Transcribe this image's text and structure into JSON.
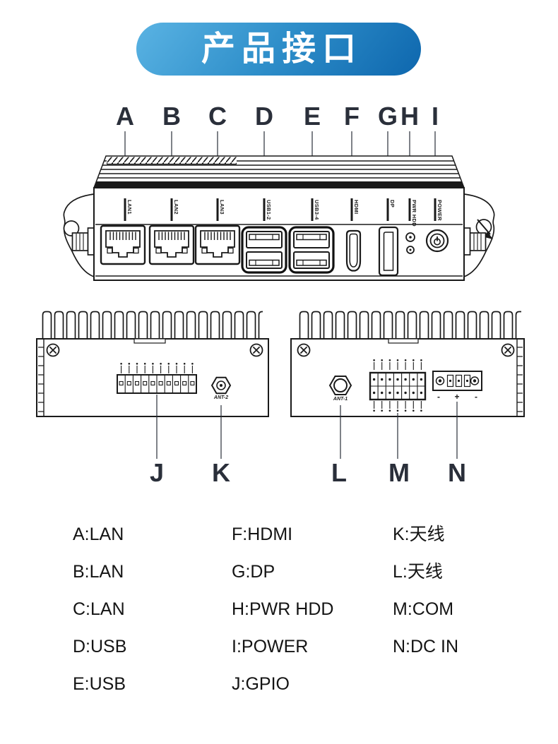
{
  "title": {
    "text": "产品接口"
  },
  "colors": {
    "banner_light": "#5ab3e3",
    "banner_dark": "#0e67ae",
    "banner_text": "#ffffff",
    "ink": "#1a1a1a",
    "letter": "#2a2f3a",
    "legend_text": "#141414"
  },
  "front_view": {
    "callouts": [
      {
        "letter": "A",
        "port": "LAN1"
      },
      {
        "letter": "B",
        "port": "LAN2"
      },
      {
        "letter": "C",
        "port": "LAN3"
      },
      {
        "letter": "D",
        "port": "USB1-2"
      },
      {
        "letter": "E",
        "port": "USB3-4"
      },
      {
        "letter": "F",
        "port": "HDMI"
      },
      {
        "letter": "G",
        "port": "DP"
      },
      {
        "letter": "H",
        "port": "PWR HDD"
      },
      {
        "letter": "I",
        "port": "POWER"
      }
    ]
  },
  "bottom_left_view": {
    "antenna_label": "ANT-2",
    "callouts": [
      "J",
      "K"
    ]
  },
  "bottom_right_view": {
    "antenna_label": "ANT-1",
    "dc_pin_labels": [
      "-",
      "+",
      "-"
    ],
    "callouts": [
      "L",
      "M",
      "N"
    ]
  },
  "legend": {
    "columns": [
      [
        "A:LAN",
        "B:LAN",
        "C:LAN",
        "D:USB",
        "E:USB"
      ],
      [
        "F:HDMI",
        "G:DP",
        "H:PWR HDD",
        "I:POWER",
        "J:GPIO"
      ],
      [
        "K:天线",
        "L:天线",
        "M:COM",
        "N:DC IN"
      ]
    ]
  }
}
